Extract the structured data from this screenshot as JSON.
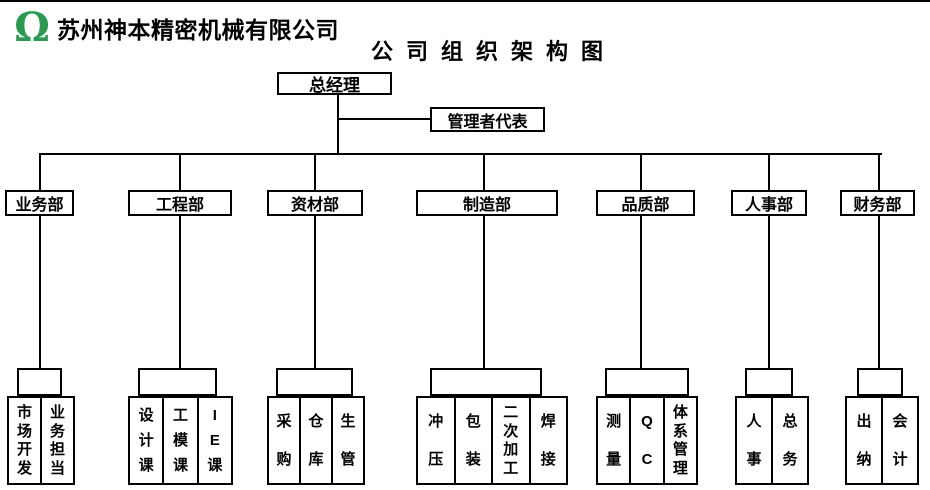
{
  "page": {
    "company_name": "苏州神本精密机械有限公司",
    "title": "公司组织架构图",
    "logo_icon": "green-omega-dove-logo"
  },
  "chart": {
    "root": {
      "label": "总经理"
    },
    "staff": {
      "label": "管理者代表"
    },
    "departments": [
      {
        "label": "业务部",
        "units": [
          "市场开发",
          "业务担当"
        ]
      },
      {
        "label": "工程部",
        "units": [
          "设计课",
          "工模课",
          "IE课"
        ]
      },
      {
        "label": "资材部",
        "units": [
          "采购",
          "仓库",
          "生管"
        ]
      },
      {
        "label": "制造部",
        "units": [
          "冲压",
          "包装",
          "二次加工",
          "焊接"
        ]
      },
      {
        "label": "品质部",
        "units": [
          "测量",
          "QC",
          "体系管理"
        ]
      },
      {
        "label": "人事部",
        "units": [
          "人事",
          "总务"
        ]
      },
      {
        "label": "财务部",
        "units": [
          "出纳",
          "会计"
        ]
      }
    ]
  },
  "colors": {
    "line": "#000000",
    "text": "#000000",
    "logo_green": "#2e9853",
    "background": "#ffffff"
  }
}
